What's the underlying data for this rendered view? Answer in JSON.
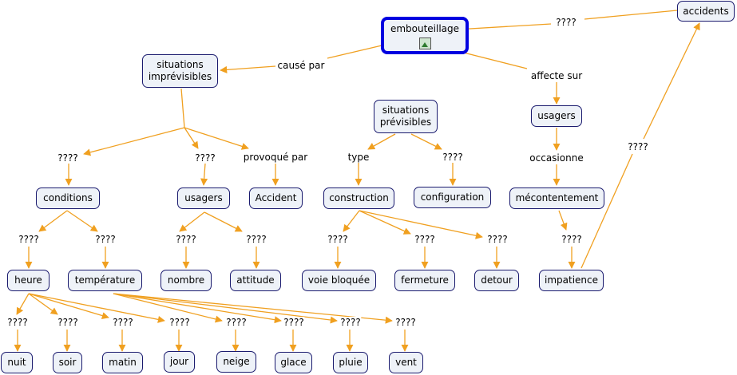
{
  "nodes": {
    "accidents": "accidents",
    "embouteillage": "embouteillage",
    "situations_imprevisibles": "situations\nimprévisibles",
    "situations_previsibles": "situations\nprévisibles",
    "usagers_top": "usagers",
    "conditions": "conditions",
    "usagers_mid": "usagers",
    "accident": "Accident",
    "construction": "construction",
    "configuration": "configuration",
    "mecontentement": "mécontentement",
    "heure": "heure",
    "temperature": "température",
    "nombre": "nombre",
    "attitude": "attitude",
    "voie_bloquee": "voie bloquée",
    "fermeture": "fermeture",
    "detour": "detour",
    "impatience": "impatience",
    "nuit": "nuit",
    "soir": "soir",
    "matin": "matin",
    "jour": "jour",
    "neige": "neige",
    "glace": "glace",
    "pluie": "pluie",
    "vent": "vent"
  },
  "links": {
    "cause_par": "causé par",
    "affecte_sur": "affecte sur",
    "provoque_par": "provoqué par",
    "type": "type",
    "occasionne": "occasionne",
    "q_accidents": "????",
    "q_cond": "????",
    "q_usagers": "????",
    "q_config": "????",
    "q_impatience": "????",
    "q_acc_up": "????",
    "q_heure": "????",
    "q_temp": "????",
    "q_nombre": "????",
    "q_attitude": "????",
    "q_voie": "????",
    "q_fermeture": "????",
    "q_detour": "????",
    "q_nuit": "????",
    "q_soir": "????",
    "q_matin": "????",
    "q_jour": "????",
    "q_neige": "????",
    "q_glace": "????",
    "q_pluie": "????",
    "q_vent": "????"
  },
  "colors": {
    "edge": "#f0a020",
    "node_border": "#1a1a6e",
    "node_fill": "#eef2f8",
    "focus_border": "#0000e0"
  },
  "icons": {
    "embouteillage": "image-icon"
  }
}
